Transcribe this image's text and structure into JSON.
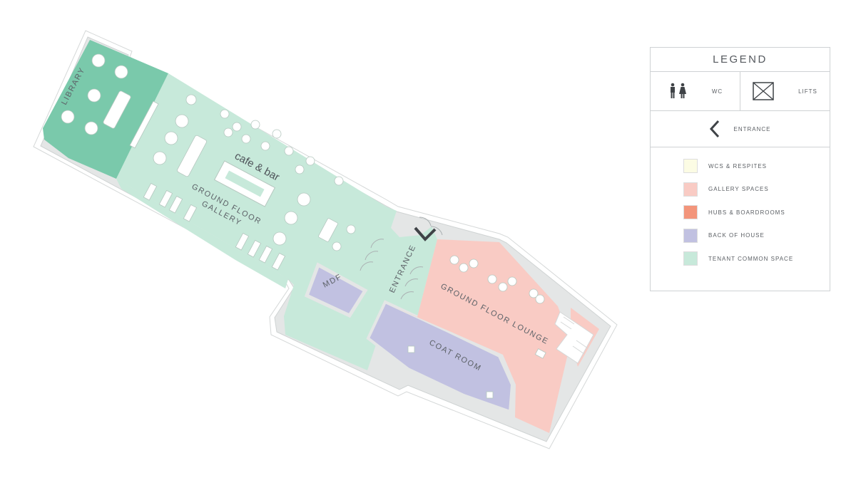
{
  "colors": {
    "wcs_respites": "#fcfce4",
    "gallery_spaces": "#f9cbc4",
    "hubs_boardrooms": "#f3957b",
    "back_of_house": "#c1c1e1",
    "tenant_common_space": "#c7e9da",
    "library": "#7ac9ab",
    "wall": "#e4e6e6"
  },
  "floorplan": {
    "rooms": {
      "library": "LIBRARY",
      "cafe_bar": "cafe & bar",
      "gallery_line1": "GROUND FLOOR",
      "gallery_line2": "GALLERY",
      "mdf": "MDF",
      "entrance": "ENTRANCE",
      "lounge": "GROUND FLOOR LOUNGE",
      "coat_room": "COAT ROOM"
    }
  },
  "legend": {
    "title": "LEGEND",
    "wc": {
      "label": "WC",
      "icon": "toilets-icon"
    },
    "lifts": {
      "label": "LIFTS",
      "icon": "lift-icon"
    },
    "entrance": {
      "label": "ENTRANCE",
      "icon": "entrance-chevron-icon"
    },
    "items": [
      {
        "label": "WCS & RESPITES",
        "color": "#fcfce4"
      },
      {
        "label": "GALLERY SPACES",
        "color": "#f9cbc4"
      },
      {
        "label": "HUBS & BOARDROOMS",
        "color": "#f3957b"
      },
      {
        "label": "BACK OF HOUSE",
        "color": "#c1c1e1"
      },
      {
        "label": "TENANT COMMON SPACE",
        "color": "#c7e9da"
      }
    ]
  }
}
